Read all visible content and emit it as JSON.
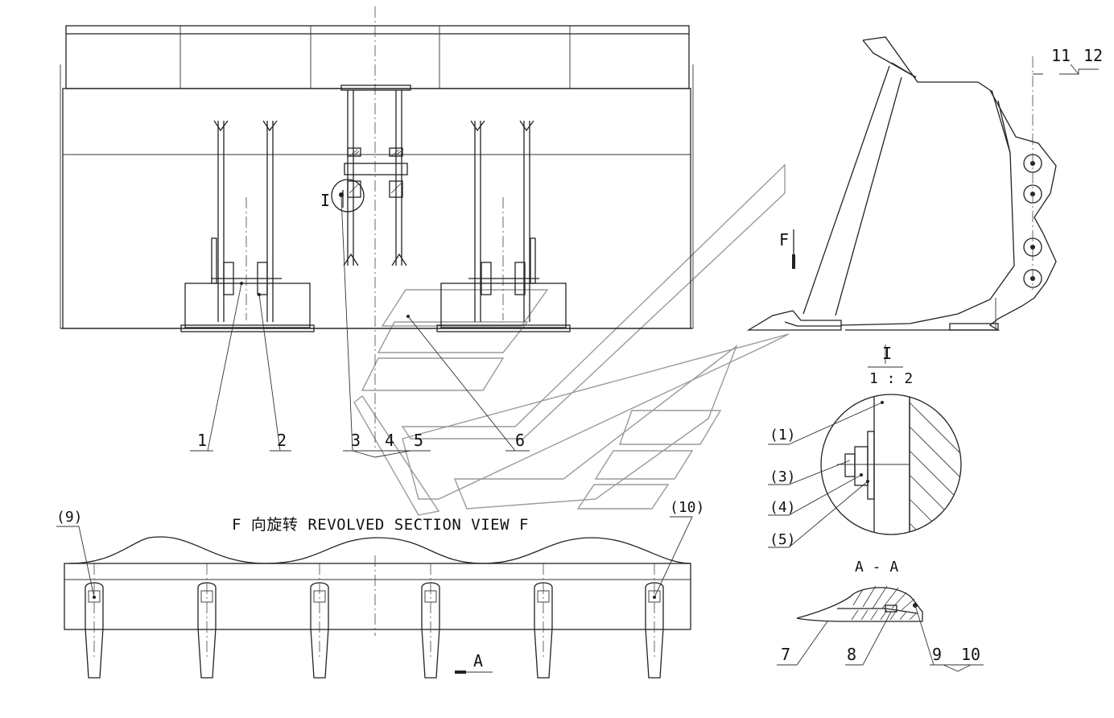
{
  "part_labels": {
    "front_view": [
      "1",
      "2",
      "3",
      "4",
      "5",
      "6"
    ],
    "side_view": [
      "11",
      "12"
    ],
    "detail_view": [
      "(1)",
      "(3)",
      "(4)",
      "(5)"
    ],
    "bottom_view": [
      "(9)",
      "(10)"
    ],
    "section_view": [
      "7",
      "8",
      "9",
      "10"
    ]
  },
  "detail": {
    "name": "I",
    "scale": "1 : 2"
  },
  "direction_marker": "F",
  "section_marker": "A",
  "section_view_title": "A - A",
  "revolved_view_title": "F 向旋转 REVOLVED SECTION VIEW F",
  "colors": {
    "line": "#222222",
    "watermark": "#9a9a9a",
    "background": "#ffffff"
  }
}
